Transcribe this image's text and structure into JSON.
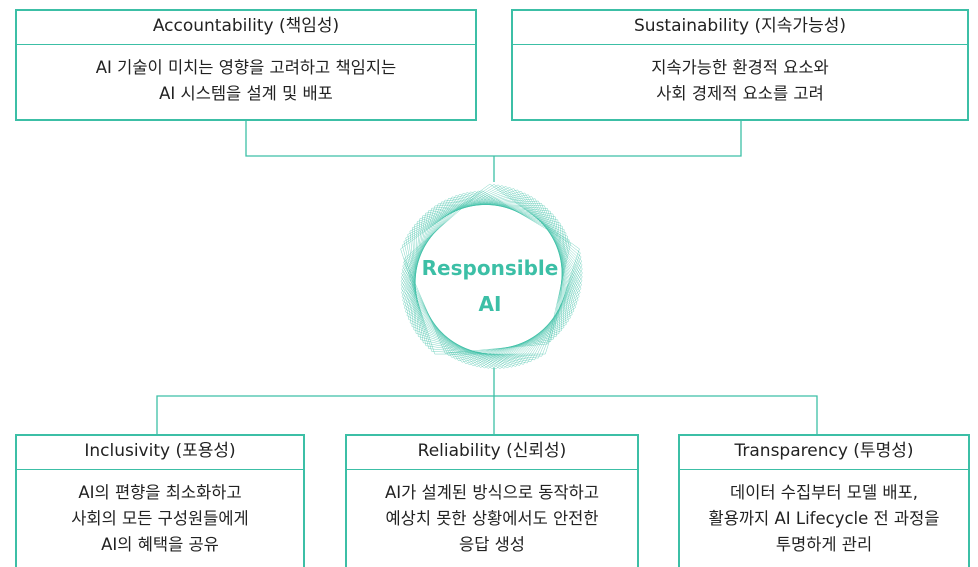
{
  "colors": {
    "accent": "#3cbfa6",
    "text": "#222222"
  },
  "center": {
    "line1": "Responsible",
    "line2": "AI"
  },
  "principles": {
    "accountability": {
      "title": "Accountability (책임성)",
      "lines": [
        "AI 기술이 미치는 영향을 고려하고 책임지는",
        "AI 시스템을 설계 및 배포"
      ]
    },
    "sustainability": {
      "title": "Sustainability (지속가능성)",
      "lines": [
        "지속가능한 환경적 요소와",
        "사회 경제적 요소를 고려"
      ]
    },
    "inclusivity": {
      "title": "Inclusivity (포용성)",
      "lines": [
        "AI의 편향을 최소화하고",
        "사회의 모든 구성원들에게",
        "AI의 혜택을 공유"
      ]
    },
    "reliability": {
      "title": "Reliability (신뢰성)",
      "lines": [
        "AI가 설계된 방식으로 동작하고",
        "예상치 못한 상황에서도 안전한",
        "응답 생성"
      ]
    },
    "transparency": {
      "title": "Transparency (투명성)",
      "lines": [
        "데이터 수집부터 모델 배포,",
        "활용까지 AI Lifecycle 전 과정을",
        "투명하게 관리"
      ]
    }
  }
}
